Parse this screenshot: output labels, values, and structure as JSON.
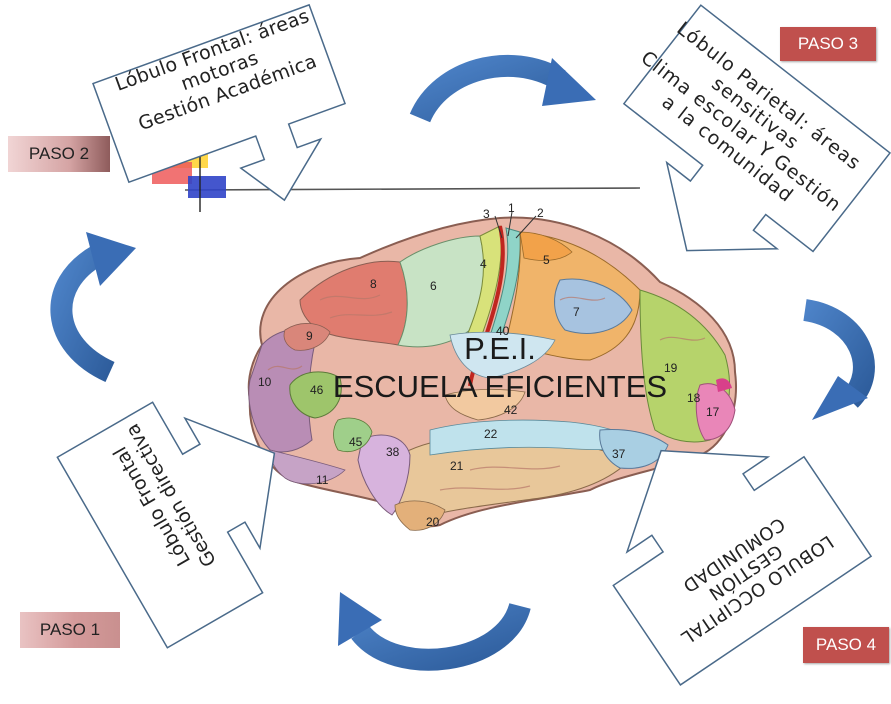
{
  "title": {
    "line1": "P.E.I.",
    "line2": "ESCUELA EFICIENTES"
  },
  "steps": [
    {
      "id": "paso1",
      "label": "PASO 1",
      "text_lines": [
        "Lóbulo Frontal",
        "Gestión directiva"
      ]
    },
    {
      "id": "paso2",
      "label": "PASO 2",
      "text_lines": [
        "Lóbulo Frontal: áreas",
        "motoras",
        "Gestión Académica"
      ]
    },
    {
      "id": "paso3",
      "label": "PASO 3",
      "text_lines": [
        "Lóbulo Parietal: áreas",
        "sensitivas",
        "Clima escolar Y Gestión",
        "a la comunidad"
      ]
    },
    {
      "id": "paso4",
      "label": "PASO 4",
      "text_lines": [
        "LOBULO OCCIPITAL",
        "GESTIÓN",
        "COMUNIDAD"
      ]
    }
  ],
  "brain_area_numbers": [
    "1",
    "2",
    "3",
    "4",
    "5",
    "6",
    "7",
    "8",
    "9",
    "10",
    "11",
    "17",
    "18",
    "19",
    "20",
    "21",
    "22",
    "37",
    "38",
    "40",
    "42",
    "45",
    "46"
  ],
  "colors": {
    "arrow_blue": "#3a6db5",
    "paso_dark": "#c0504d",
    "paso_light": "#d9a0a0",
    "callout_border": "#4a6a8a"
  }
}
